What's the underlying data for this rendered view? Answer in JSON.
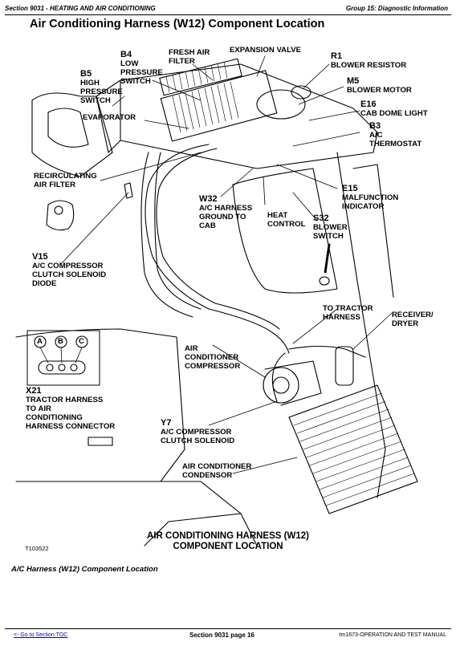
{
  "header": {
    "section": "Section 9031 - HEATING AND AIR CONDITIONING",
    "group": "Group 15: Diagnostic Information"
  },
  "title": "Air Conditioning Harness (W12) Component Location",
  "labels": {
    "b4": {
      "code": "B4",
      "text": "LOW\nPRESSURE\nSWITCH"
    },
    "fresh_air_filter": "FRESH AIR\nFILTER",
    "expansion_valve": "EXPANSION VALVE",
    "r1": {
      "code": "R1",
      "text": "BLOWER RESISTOR"
    },
    "b5": {
      "code": "B5",
      "text": "HIGH\nPRESSURE\nSWITCH"
    },
    "m5": {
      "code": "M5",
      "text": "BLOWER MOTOR"
    },
    "e16": {
      "code": "E16",
      "text": "CAB DOME LIGHT"
    },
    "evaporator": "EVAPORATOR",
    "b3": {
      "code": "B3",
      "text": "A/C\nTHERMOSTAT"
    },
    "recirculating_air_filter": "RECIRCULATING\nAIR FILTER",
    "e15": {
      "code": "E15",
      "text": "MALFUNCTION\nINDICATOR"
    },
    "w32": {
      "code": "W32",
      "text": "A/C HARNESS\nGROUND TO\nCAB"
    },
    "heat_control": "HEAT\nCONTROL",
    "s32": {
      "code": "S32",
      "text": "BLOWER\nSWITCH"
    },
    "v15": {
      "code": "V15",
      "text": "A/C COMPRESSOR\nCLUTCH SOLENOID\nDIODE"
    },
    "to_tractor_harness": "TO TRACTOR\nHARNESS",
    "receiver_dryer": "RECEIVER/\nDRYER",
    "connector_pins": [
      "A",
      "B",
      "C"
    ],
    "ac_compressor": "AIR\nCONDITIONER\nCOMPRESSOR",
    "x21": {
      "code": "X21",
      "text": "TRACTOR HARNESS\nTO AIR\nCONDITIONING\nHARNESS CONNECTOR"
    },
    "y7": {
      "code": "Y7",
      "text": "A/C COMPRESSOR\nCLUTCH SOLENOID"
    },
    "ac_condensor": "AIR CONDITIONER\nCONDENSOR"
  },
  "caption_line1": "AIR CONDITIONING HARNESS (W12)",
  "caption_line2": "COMPONENT LOCATION",
  "figure_ref": "T103522",
  "figure_caption": "A/C Harness (W12) Component Location",
  "footer": {
    "link": "<- Go to Section TOC",
    "page": "Section 9031 page 16",
    "manual": "tm1673-OPERATION AND TEST MANUAL"
  }
}
